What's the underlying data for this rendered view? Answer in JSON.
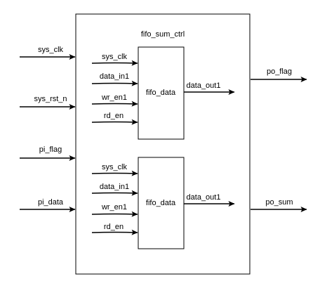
{
  "diagram": {
    "module_title": "fifo_sum_ctrl",
    "top_inputs": [
      {
        "label": "sys_clk"
      },
      {
        "label": "sys_rst_n"
      },
      {
        "label": "pi_flag"
      },
      {
        "label": "pi_data"
      }
    ],
    "top_outputs": [
      {
        "label": "po_flag"
      },
      {
        "label": "po_sum"
      }
    ],
    "sub_modules": [
      {
        "name": "fifo_data",
        "inputs": [
          "sys_clk",
          "data_in1",
          "wr_en1",
          "rd_en"
        ],
        "output": "data_out1"
      },
      {
        "name": "fifo_data",
        "inputs": [
          "sys_clk",
          "data_in1",
          "wr_en1",
          "rd_en"
        ],
        "output": "data_out1"
      }
    ],
    "colors": {
      "stroke": "#000000",
      "background": "#ffffff"
    }
  }
}
